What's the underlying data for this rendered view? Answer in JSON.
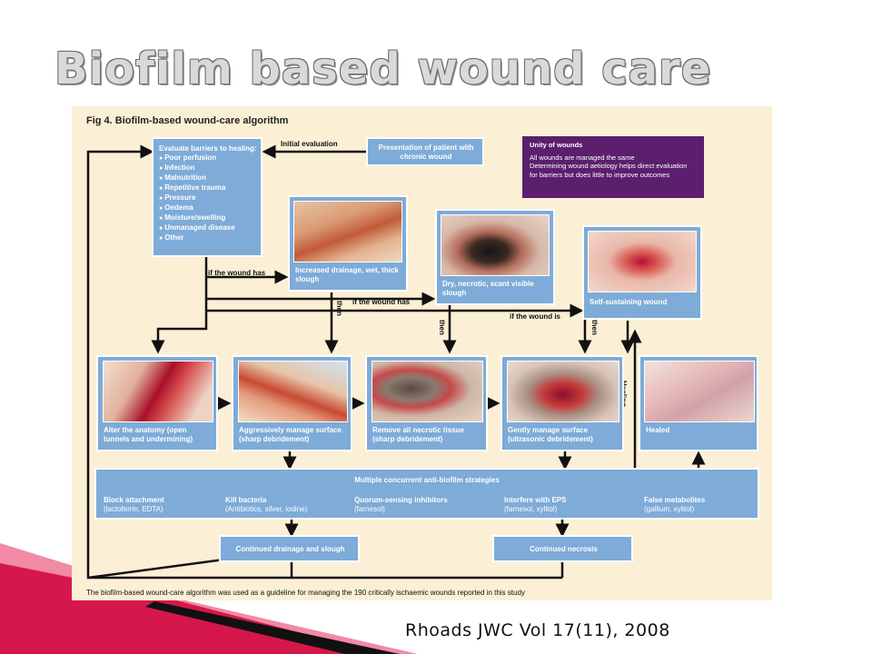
{
  "slide": {
    "title": "Biofilm based wound care",
    "citation": "Rhoads  JWC Vol 17(11), 2008"
  },
  "figure": {
    "title": "Fig 4. Biofilm-based wound-care algorithm",
    "caption": "The biofilm-based wound-care algorithm was used as a guideline for managing the 190 critically ischaemic wounds reported in this study",
    "presentation": "Presentation of patient with chronic wound",
    "initial_evaluation": "Initial evaluation",
    "barriers": {
      "heading": "Evaluate barriers to healing:",
      "items": [
        "Poor perfusion",
        "Infection",
        "Malnutrition",
        "Repetitive trauma",
        "Pressure",
        "Oedema",
        "Moisture/swelling",
        "Unmanaged disease",
        "Other"
      ]
    },
    "unity": {
      "heading": "Unity of wounds",
      "line1": "All wounds are managed the same",
      "line2": "Determining wound aetiology helps direct evaluation for barriers but does little to improve outcomes"
    },
    "wound_types": [
      {
        "label": "Increased drainage, wet, thick slough"
      },
      {
        "label": "Dry, necrotic, scant visible slough"
      },
      {
        "label": "Self-sustaining wound"
      }
    ],
    "branch_labels": {
      "if_wound_has_1": "if the wound has",
      "if_wound_has_2": "if the wound has",
      "if_wound_is": "if the wound is",
      "then": "then",
      "healing": "Healing"
    },
    "treatments": [
      {
        "label": "Alter the anatomy (open tunnels and undermining)"
      },
      {
        "label": "Aggressively manage surface (sharp debridement)"
      },
      {
        "label": "Remove all necrotic tissue (sharp debridement)"
      },
      {
        "label": "Gently manage surface (ultrasonic debridement)"
      },
      {
        "label": "Healed"
      }
    ],
    "strategies": {
      "title": "Multiple concurrent anti-biofilm strategies",
      "items": [
        {
          "name": "Block attachment",
          "detail": "(lactoferrin, EDTA)"
        },
        {
          "name": "Kill bacteria",
          "detail": "(Antibiotics, silver, iodine)"
        },
        {
          "name": "Quorum-sensing inhibitors",
          "detail": "(farnesol)"
        },
        {
          "name": "Interfere with EPS",
          "detail": "(farnesol, xylitol)"
        },
        {
          "name": "False metabolites",
          "detail": "(gallium, xylitol)"
        }
      ]
    },
    "outcomes": [
      {
        "label": "Continued drainage and slough"
      },
      {
        "label": "Continued necrosis"
      }
    ]
  },
  "colors": {
    "box_blue": "#7eabd8",
    "figure_bg": "#fbf0d6",
    "unity_purple": "#5b1f6d",
    "accent_red": "#d6174b",
    "title_gray": "#d9d9d9"
  }
}
